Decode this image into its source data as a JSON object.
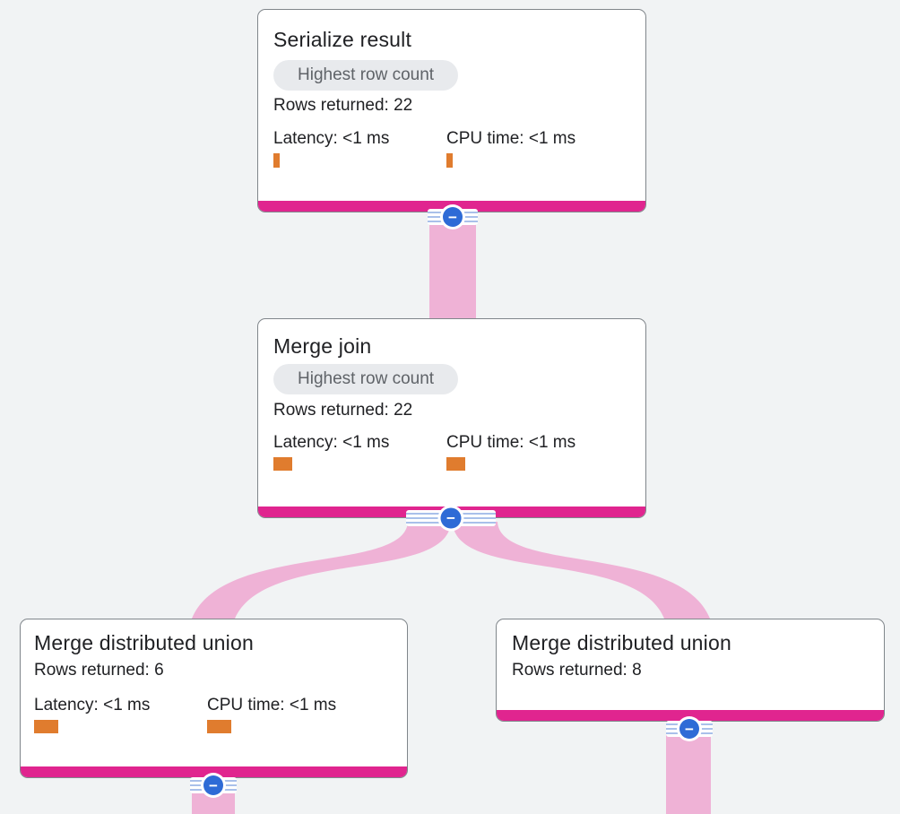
{
  "colors": {
    "background": "#f1f3f4",
    "node_bottom_bar": "#e0258f",
    "flow_ribbon": "#efb2d6",
    "metric_bar": "#e07c2e",
    "collapse_button_blue": "#2e6bd6",
    "collapse_stripes": "#a9c0ea",
    "badge_background": "#e8eaed",
    "badge_text": "#5f6368",
    "text": "#202124",
    "card_border": "#80868b"
  },
  "icons": {
    "collapse_glyph": "−"
  },
  "nodes": [
    {
      "title": "Serialize result",
      "badge": "Highest row count",
      "rows": "Rows returned: 22",
      "latency": "Latency: <1 ms",
      "cpu": "CPU time: <1 ms",
      "latency_bar": {
        "w": 7,
        "h": 16
      },
      "cpu_bar": {
        "w": 7,
        "h": 16
      }
    },
    {
      "title": "Merge join",
      "badge": "Highest row count",
      "rows": "Rows returned: 22",
      "latency": "Latency: <1 ms",
      "cpu": "CPU time: <1 ms",
      "latency_bar": {
        "w": 21,
        "h": 15
      },
      "cpu_bar": {
        "w": 21,
        "h": 15
      }
    },
    {
      "title": "Merge distributed union",
      "rows": "Rows returned: 6",
      "latency": "Latency: <1 ms",
      "cpu": "CPU time: <1 ms",
      "latency_bar": {
        "w": 27,
        "h": 15
      },
      "cpu_bar": {
        "w": 27,
        "h": 15
      }
    },
    {
      "title": "Merge distributed union",
      "rows": "Rows returned: 8"
    }
  ]
}
